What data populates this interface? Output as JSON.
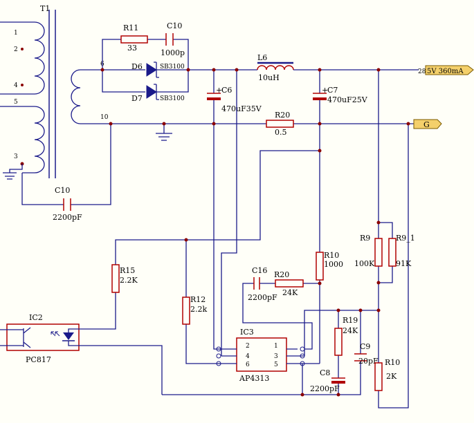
{
  "transformer": {
    "name": "T1",
    "primary_pins": [
      "1",
      "2",
      "4",
      "5",
      "3"
    ],
    "secondary_pins": [
      "6",
      "10"
    ]
  },
  "components": {
    "R11": {
      "ref": "R11",
      "value": "33"
    },
    "C10_snubber": {
      "ref": "C10",
      "value": "1000p"
    },
    "D6": {
      "ref": "D6",
      "part": "SB3100"
    },
    "D7": {
      "ref": "D7",
      "part": "SB3100"
    },
    "L6": {
      "ref": "L6",
      "value": "10uH"
    },
    "C6": {
      "ref": "C6",
      "value": "470uF35V",
      "polarity": "+"
    },
    "C7": {
      "ref": "C7",
      "value": "470uF25V",
      "polarity": "+"
    },
    "R20_sense": {
      "ref": "R20",
      "value": "0.5"
    },
    "C10_y": {
      "ref": "C10",
      "value": "2200pF"
    },
    "R15": {
      "ref": "R15",
      "value": "2.2K"
    },
    "IC2": {
      "ref": "IC2",
      "part": "PC817"
    },
    "R12": {
      "ref": "R12",
      "value": "2.2k"
    },
    "C16": {
      "ref": "C16",
      "value": "2200pF"
    },
    "R20_fb": {
      "ref": "R20",
      "value": "24K"
    },
    "R10_a": {
      "ref": "R10",
      "value": "1000"
    },
    "R9": {
      "ref": "R9",
      "value": "100K"
    },
    "R9_1": {
      "ref": "R9_1",
      "value": "91K"
    },
    "IC3": {
      "ref": "IC3",
      "part": "AP4313",
      "left_pins": [
        "2",
        "4",
        "6"
      ],
      "right_pins": [
        "1",
        "3",
        "5"
      ]
    },
    "R19": {
      "ref": "R19",
      "value": "24K"
    },
    "C9": {
      "ref": "C9",
      "value": "20pF"
    },
    "C8": {
      "ref": "C8",
      "value": "2200pF"
    },
    "R10_b": {
      "ref": "R10",
      "value": "2K"
    }
  },
  "ports": {
    "output": {
      "prefix": "28",
      "label": "5V 360mA"
    },
    "ground": {
      "label": "G"
    }
  },
  "colors": {
    "wire": "#1a1a8a",
    "part": "#b00000",
    "port_fill": "#f4d06b",
    "background": "#fffff8"
  }
}
